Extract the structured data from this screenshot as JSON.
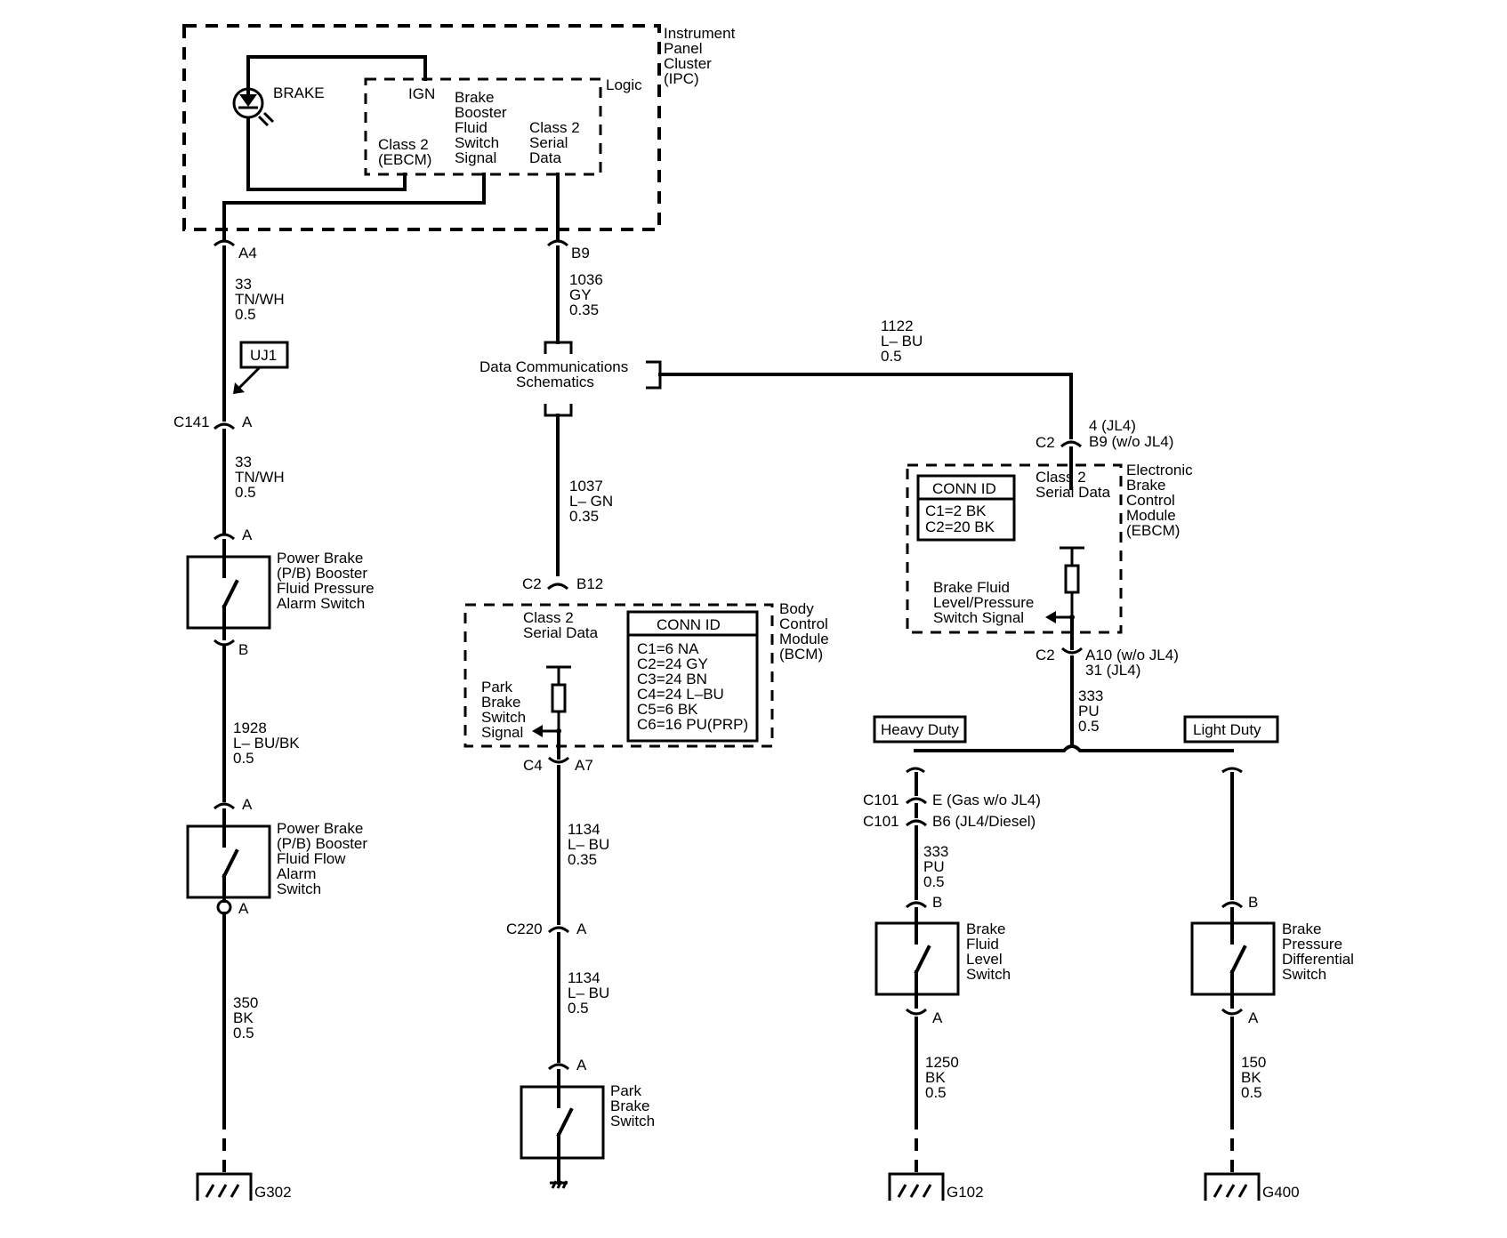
{
  "ipc": {
    "module_name": [
      "Instrument",
      "Panel",
      "Cluster",
      "(IPC)"
    ],
    "brake_lamp_label": "BRAKE",
    "ign_label": "IGN",
    "logic_label": "Logic",
    "class2_ebcm": [
      "Class 2",
      "(EBCM)"
    ],
    "fluid_switch_signal": [
      "Brake",
      "Booster",
      "Fluid",
      "Switch",
      "Signal"
    ],
    "serial_data": [
      "Class 2",
      "Serial",
      "Data"
    ]
  },
  "left_circuit": {
    "pin_a4": "A4",
    "wire1": [
      "33",
      "TN/WH",
      "0.5"
    ],
    "uj1_label": "UJ1",
    "c141_label": "C141",
    "c141_pin": "A",
    "wire2": [
      "33",
      "TN/WH",
      "0.5"
    ],
    "switch1_pin_top": "A",
    "switch1_pin_bottom": "B",
    "switch1_name": [
      "Power Brake",
      "(P/B) Booster",
      "Fluid Pressure",
      "Alarm Switch"
    ],
    "wire3": [
      "1928",
      "L– BU/BK",
      "0.5"
    ],
    "switch2_pin_top": "A",
    "switch2_pin_bottom": "A",
    "switch2_name": [
      "Power Brake",
      "(P/B) Booster",
      "Fluid Flow",
      "Alarm",
      "Switch"
    ],
    "wire4": [
      "350",
      "BK",
      "0.5"
    ],
    "ground": "G302"
  },
  "middle_circuit": {
    "pin_b9": "B9",
    "wire1": [
      "1036",
      "GY",
      "0.35"
    ],
    "dcs_label": [
      "Data Communications",
      "Schematics"
    ],
    "wire2": [
      "1037",
      "L– GN",
      "0.35"
    ],
    "c2_label": "C2",
    "b12_label": "B12",
    "bcm_name": [
      "Body",
      "Control",
      "Module",
      "(BCM)"
    ],
    "bcm_serial": [
      "Class 2",
      "Serial Data"
    ],
    "conn_id_title": "CONN ID",
    "conn_id_rows": [
      "C1=6 NA",
      "C2=24 GY",
      "C3=24 BN",
      "C4=24 L–BU",
      "C5=6 BK",
      "C6=16 PU(PRP)"
    ],
    "park_signal": [
      "Park",
      "Brake",
      "Switch",
      "Signal"
    ],
    "c4_label": "C4",
    "a7_label": "A7",
    "wire3": [
      "1134",
      "L– BU",
      "0.35"
    ],
    "c220_label": "C220",
    "c220_pin": "A",
    "wire4": [
      "1134",
      "L– BU",
      "0.5"
    ],
    "switch_pin": "A",
    "switch_name": [
      "Park",
      "Brake",
      "Switch"
    ]
  },
  "right_circuit": {
    "wire_top": [
      "1122",
      "L– BU",
      "0.5"
    ],
    "c2_top_label": "C2",
    "pin_top": [
      "4 (JL4)",
      "B9 (w/o JL4)"
    ],
    "ebcm_name": [
      "Electronic",
      "Brake",
      "Control",
      "Module",
      "(EBCM)"
    ],
    "ebcm_serial": [
      "Class 2",
      "Serial Data"
    ],
    "conn_id_title": "CONN ID",
    "conn_id_rows": [
      "C1=2 BK",
      "C2=20 BK"
    ],
    "fluid_signal": [
      "Brake Fluid",
      "Level/Pressure",
      "Switch Signal"
    ],
    "c2_bottom_label": "C2",
    "pin_bottom": [
      "A10 (w/o JL4)",
      "31 (JL4)"
    ],
    "wire_mid": [
      "333",
      "PU",
      "0.5"
    ],
    "heavy_duty": "Heavy Duty",
    "light_duty": "Light Duty",
    "c101_a": "C101",
    "c101_a_pin": "E (Gas w/o JL4)",
    "c101_b": "C101",
    "c101_b_pin": "B6 (JL4/Diesel)",
    "wire_hd": [
      "333",
      "PU",
      "0.5"
    ],
    "level_pin_top": "B",
    "level_pin_bottom": "A",
    "level_switch": [
      "Brake",
      "Fluid",
      "Level",
      "Switch"
    ],
    "wire_hd_gnd": [
      "1250",
      "BK",
      "0.5"
    ],
    "ground_hd": "G102",
    "diff_pin_top": "B",
    "diff_pin_bottom": "A",
    "diff_switch": [
      "Brake",
      "Pressure",
      "Differential",
      "Switch"
    ],
    "wire_ld_gnd": [
      "150",
      "BK",
      "0.5"
    ],
    "ground_ld": "G400"
  }
}
